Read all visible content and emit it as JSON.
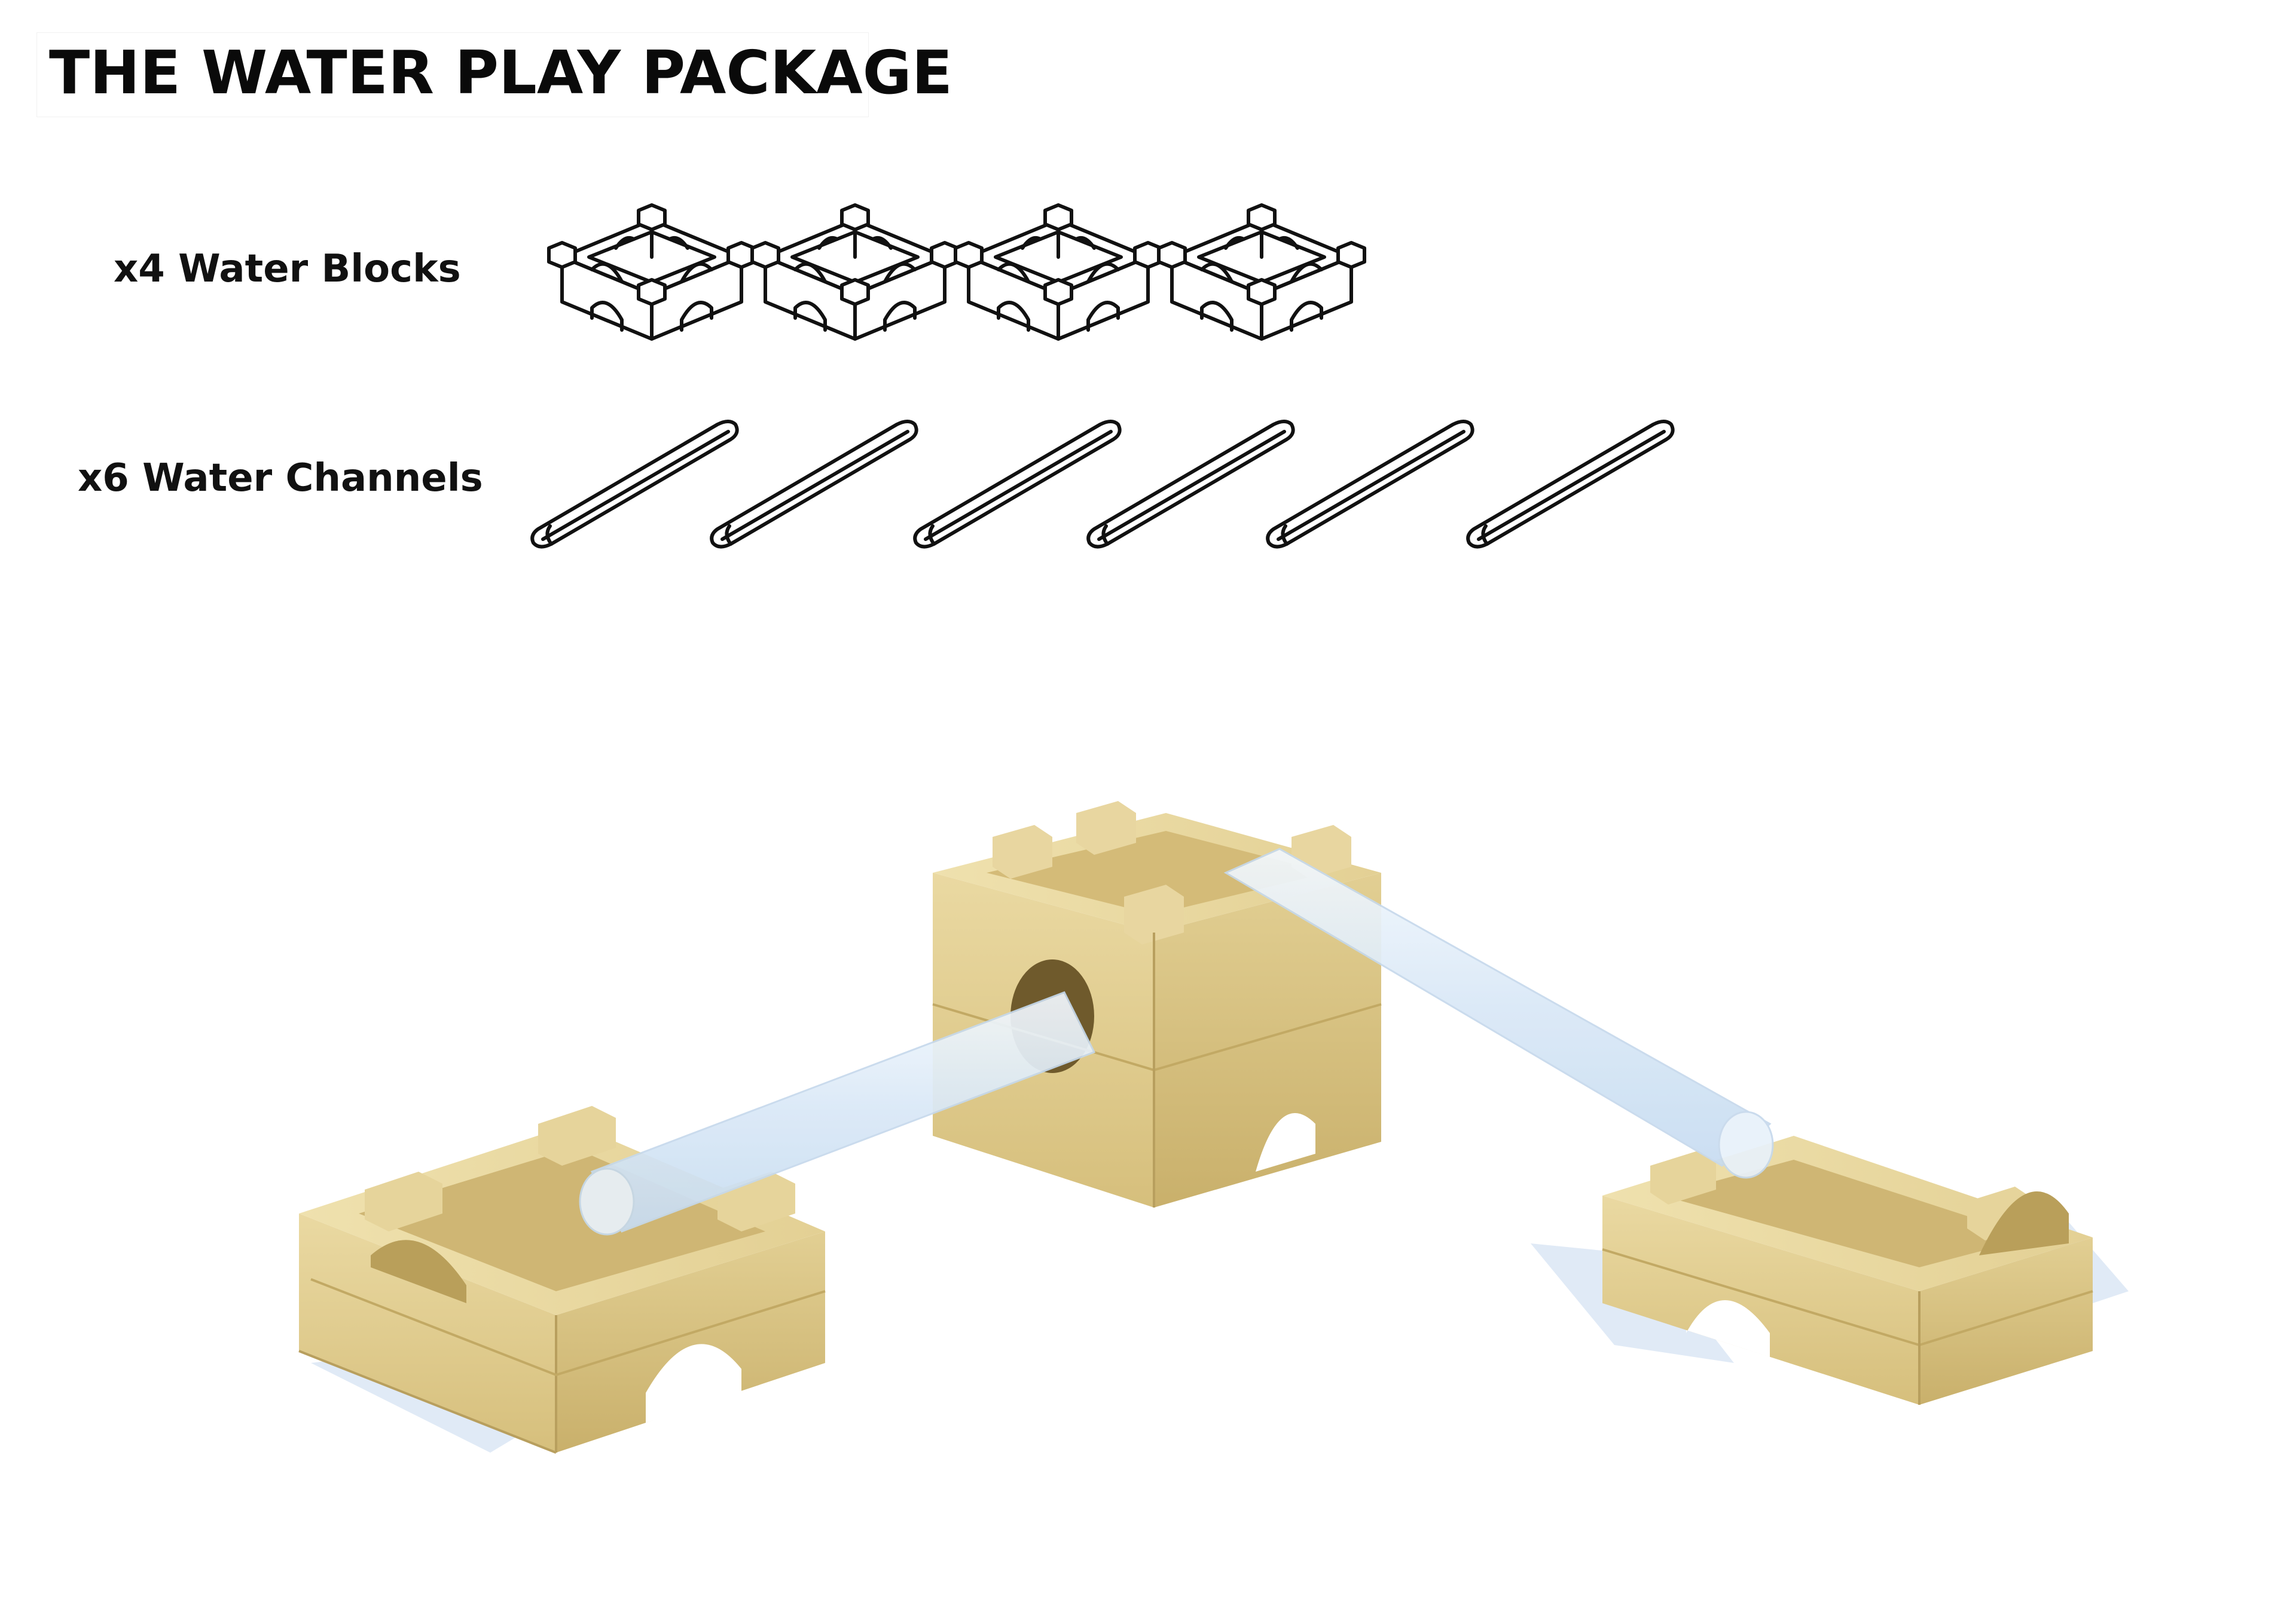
{
  "title": "THE WATER PLAY PACKAGE",
  "items": [
    {
      "label": "x4 Water Blocks",
      "count": 4,
      "icon": "water-block-icon"
    },
    {
      "label": "x6 Water Channels",
      "count": 6,
      "icon": "water-channel-icon"
    }
  ],
  "colors": {
    "wood_light": "#e8d9a4",
    "wood_mid": "#d3bd78",
    "wood_dark": "#b69d58",
    "channel": "#dfeefa",
    "shadow": "#d8e4f3",
    "outline": "#111111"
  }
}
